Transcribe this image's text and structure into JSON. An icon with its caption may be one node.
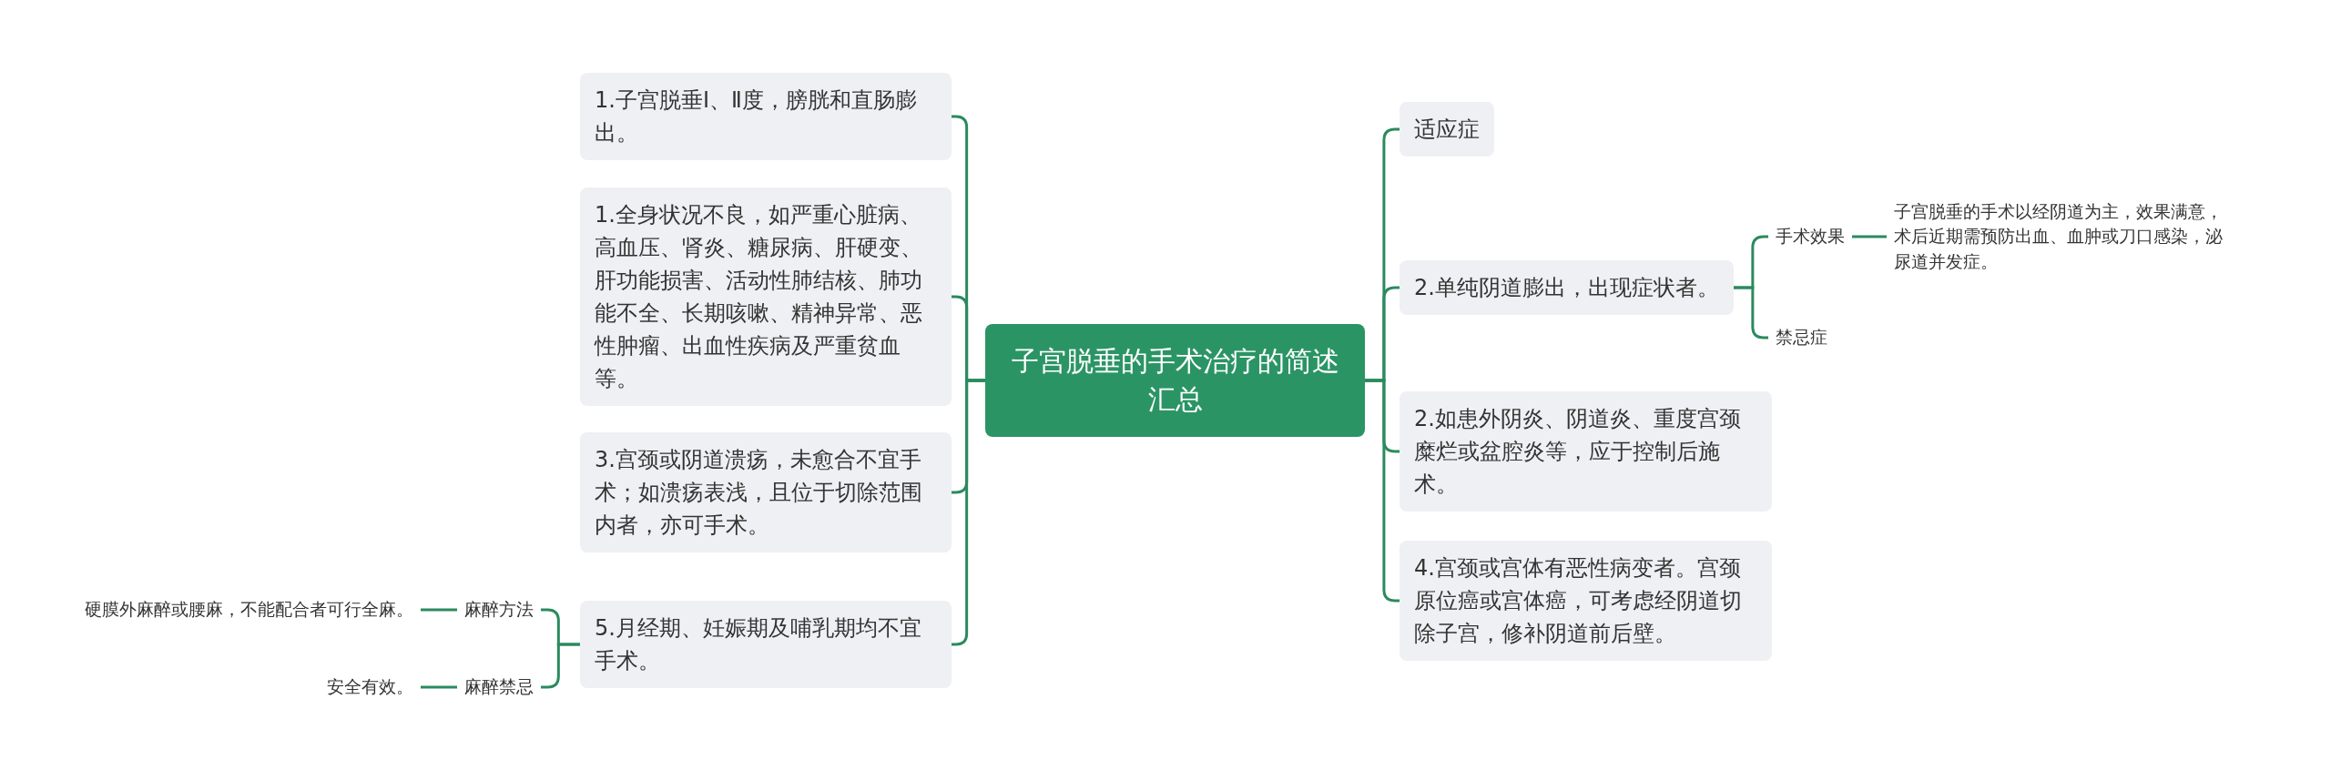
{
  "diagram": {
    "nodes": [
      {
        "text": [
          "子宫脱垂的手术治疗的简述汇总"
        ]
      },
      {
        "text": [
          "1.子宫脱垂Ⅰ、Ⅱ度，膀胱和直肠膨出。"
        ]
      },
      {
        "text": [
          "1.全身状况不良，如严重心脏病、高血压、肾炎、糖尿病、肝硬变、肝功能损害、活动性肺结核、肺功能不全、长期咳嗽、精神异常、恶性肿瘤、出血性疾病及严重贫血等。"
        ]
      },
      {
        "text": [
          "3.宫颈或阴道溃疡，未愈合不宜手术；如溃疡表浅，且位于切除范围内者，亦可手术。"
        ]
      },
      {
        "text": [
          "5.月经期、妊娠期及哺乳期均不宜手术。"
        ]
      },
      {
        "text": [
          "麻醉方法"
        ]
      },
      {
        "text": [
          "麻醉禁忌"
        ]
      },
      {
        "text": [
          "硬膜外麻醉或腰麻，不能配合者可行全麻。"
        ]
      },
      {
        "text": [
          "安全有效。"
        ]
      },
      {
        "text": [
          "适应症"
        ]
      },
      {
        "text": [
          "2.单纯阴道膨出，出现症状者。"
        ]
      },
      {
        "text": [
          "2.如患外阴炎、阴道炎、重度宫颈糜烂或盆腔炎等，应于控制后施术。"
        ]
      },
      {
        "text": [
          "4.宫颈或宫体有恶性病变者。宫颈原位癌或宫体癌，可考虑经阴道切除子宫，修补阴道前后壁。"
        ]
      },
      {
        "text": [
          "手术效果"
        ]
      },
      {
        "text": [
          "禁忌症"
        ]
      },
      {
        "text": [
          "子宫脱垂的手术以经阴道为主，效果满意，术后近期需预防出血、血肿或刀口感染，泌尿道并发症。"
        ]
      }
    ],
    "edges": [
      {
        "from": 0,
        "to": 1,
        "arrow": "none"
      },
      {
        "from": 0,
        "to": 2,
        "arrow": "none"
      },
      {
        "from": 0,
        "to": 3,
        "arrow": "none"
      },
      {
        "from": 0,
        "to": 4,
        "arrow": "none"
      },
      {
        "from": 4,
        "to": 5,
        "arrow": "none"
      },
      {
        "from": 4,
        "to": 6,
        "arrow": "none"
      },
      {
        "from": 5,
        "to": 7,
        "arrow": "none"
      },
      {
        "from": 6,
        "to": 8,
        "arrow": "none"
      },
      {
        "from": 0,
        "to": 9,
        "arrow": "none"
      },
      {
        "from": 0,
        "to": 10,
        "arrow": "none"
      },
      {
        "from": 0,
        "to": 11,
        "arrow": "none"
      },
      {
        "from": 0,
        "to": 12,
        "arrow": "none"
      },
      {
        "from": 10,
        "to": 13,
        "arrow": "none"
      },
      {
        "from": 10,
        "to": 14,
        "arrow": "none"
      },
      {
        "from": 13,
        "to": 15,
        "arrow": "none"
      }
    ]
  }
}
